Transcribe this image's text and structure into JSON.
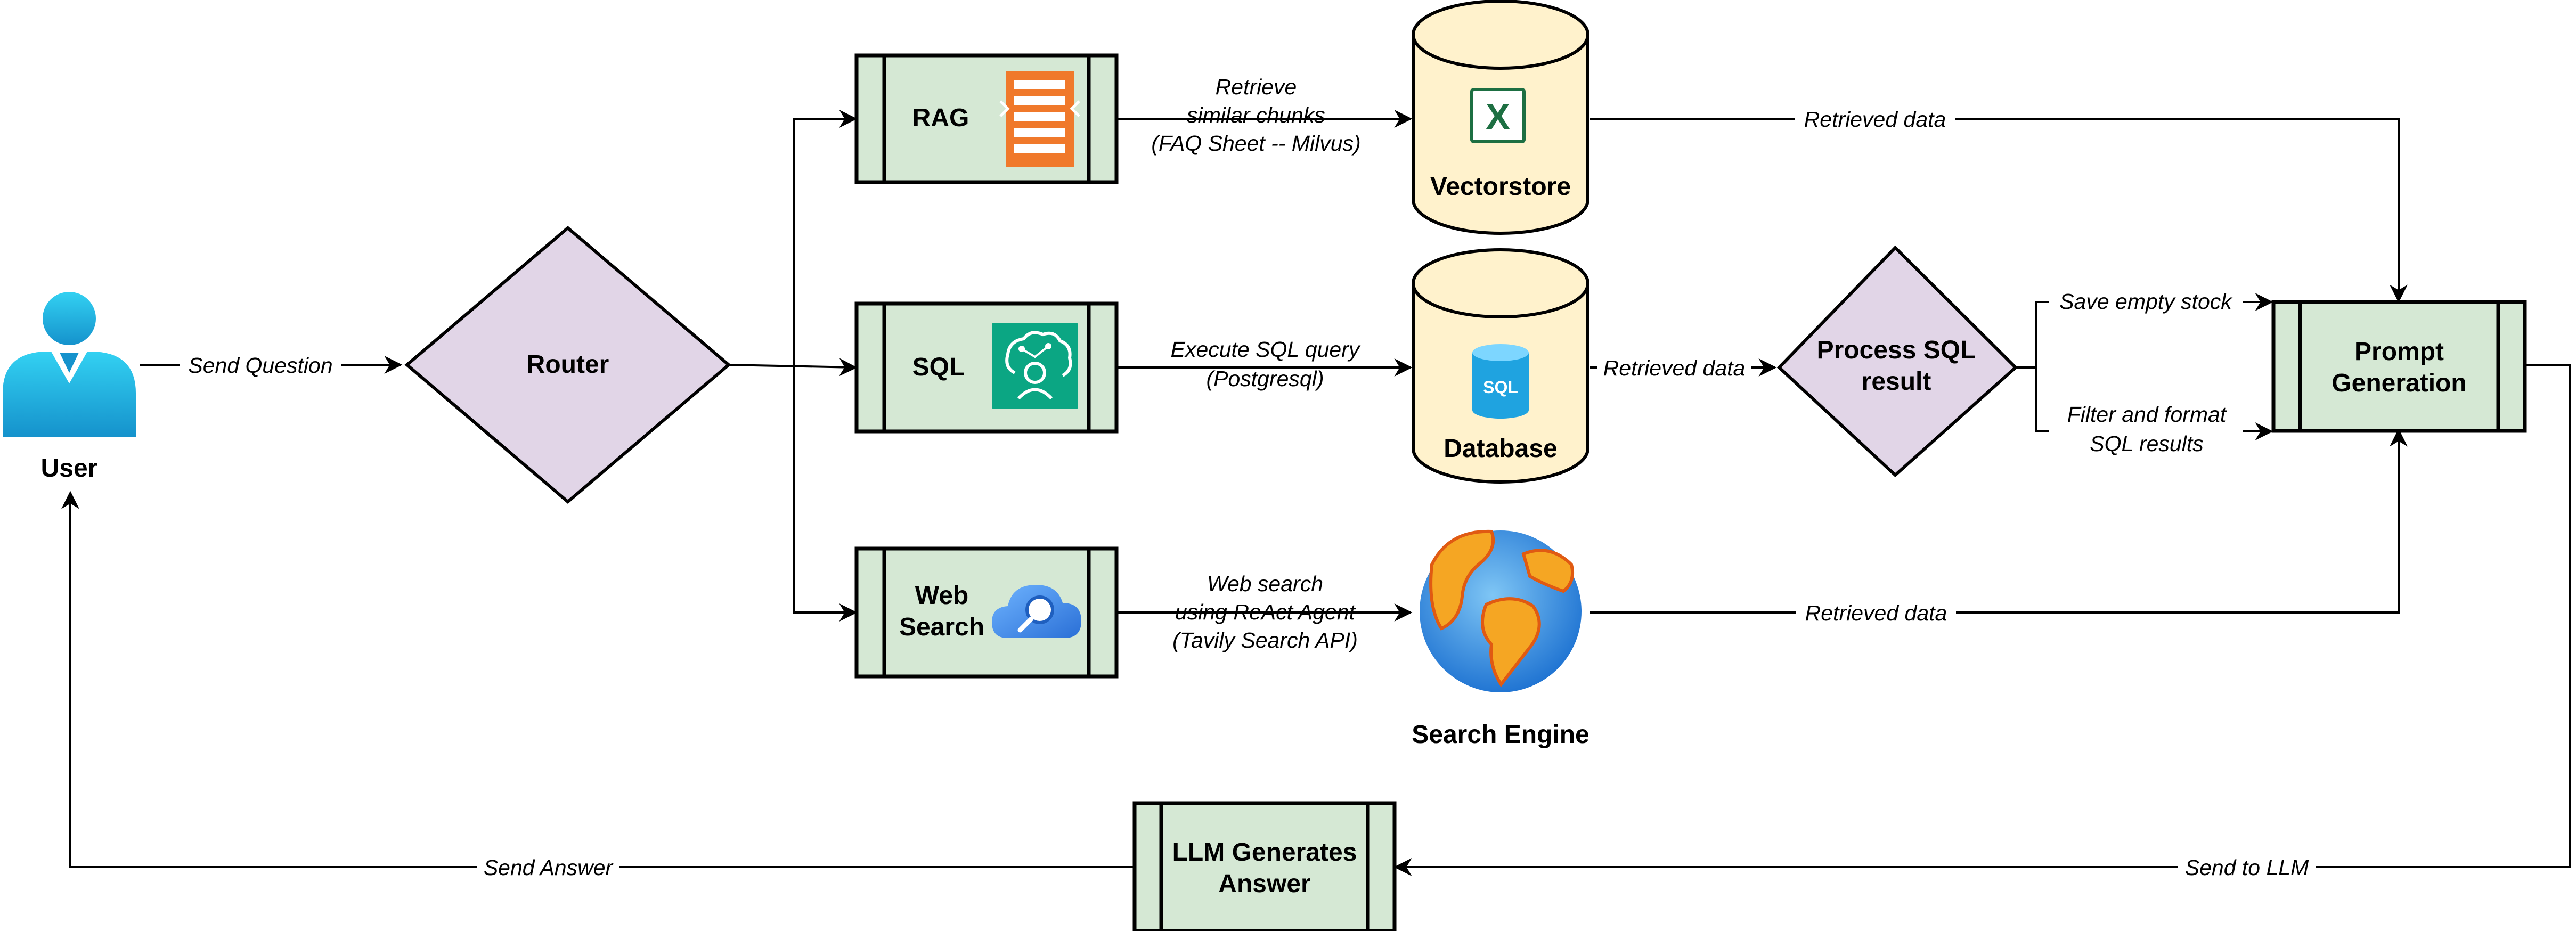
{
  "nodes": {
    "user": "User",
    "router": "Router",
    "rag": "RAG",
    "sql": "SQL",
    "web_search": [
      "Web",
      "Search"
    ],
    "vectorstore": "Vectorstore",
    "database": "Database",
    "search_engine": "Search Engine",
    "process_sql": [
      "Process SQL",
      "result"
    ],
    "prompt_generation": [
      "Prompt",
      "Generation"
    ],
    "llm_answer": [
      "LLM Generates",
      "Answer"
    ]
  },
  "edges": {
    "send_question": "Send Question",
    "retrieve": [
      "Retrieve",
      "similar chunks",
      "(FAQ Sheet -- Milvus)"
    ],
    "execute_sql": [
      "Execute SQL query",
      "(Postgresql)"
    ],
    "web_search": [
      "Web search",
      "using ReAct Agent",
      "(Tavily Search API)"
    ],
    "retrieved_data_vector": "Retrieved data",
    "retrieved_data_db": "Retrieved data",
    "retrieved_data_search": "Retrieved data",
    "save_empty_stock": "Save empty stock",
    "filter_format": [
      "Filter and format",
      "SQL results"
    ],
    "send_to_llm": "Send to LLM",
    "send_answer": "Send Answer"
  },
  "icons": {
    "user": "person-icon",
    "rag": "document-stack-icon",
    "sql": "brain-network-icon",
    "web_search": "cloud-search-icon",
    "vectorstore": "excel-icon",
    "database": "sql-database-icon",
    "search_engine": "globe-icon"
  },
  "colors": {
    "process_fill": "#d5e8d4",
    "decision_fill": "#e1d5e7",
    "storage_fill": "#fff2cc"
  }
}
